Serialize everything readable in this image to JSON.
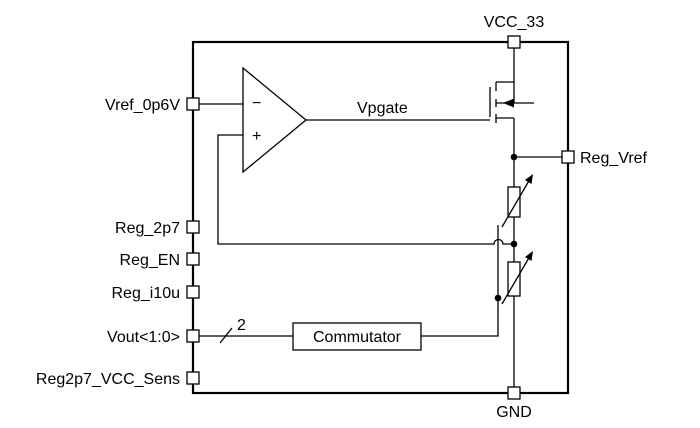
{
  "pins": {
    "vcc": "VCC_33",
    "gnd": "GND",
    "reg_vref": "Reg_Vref",
    "vref": "Vref_0p6V",
    "reg_2p7": "Reg_2p7",
    "reg_en": "Reg_EN",
    "reg_i10u": "Reg_i10u",
    "vout": "Vout<1:0>",
    "reg_sens": "Reg2p7_VCC_Sens"
  },
  "nets": {
    "vpgate": "Vpgate",
    "bus_width": "2"
  },
  "blocks": {
    "commutator": "Commutator"
  },
  "opamp": {
    "minus": "−",
    "plus": "+"
  }
}
